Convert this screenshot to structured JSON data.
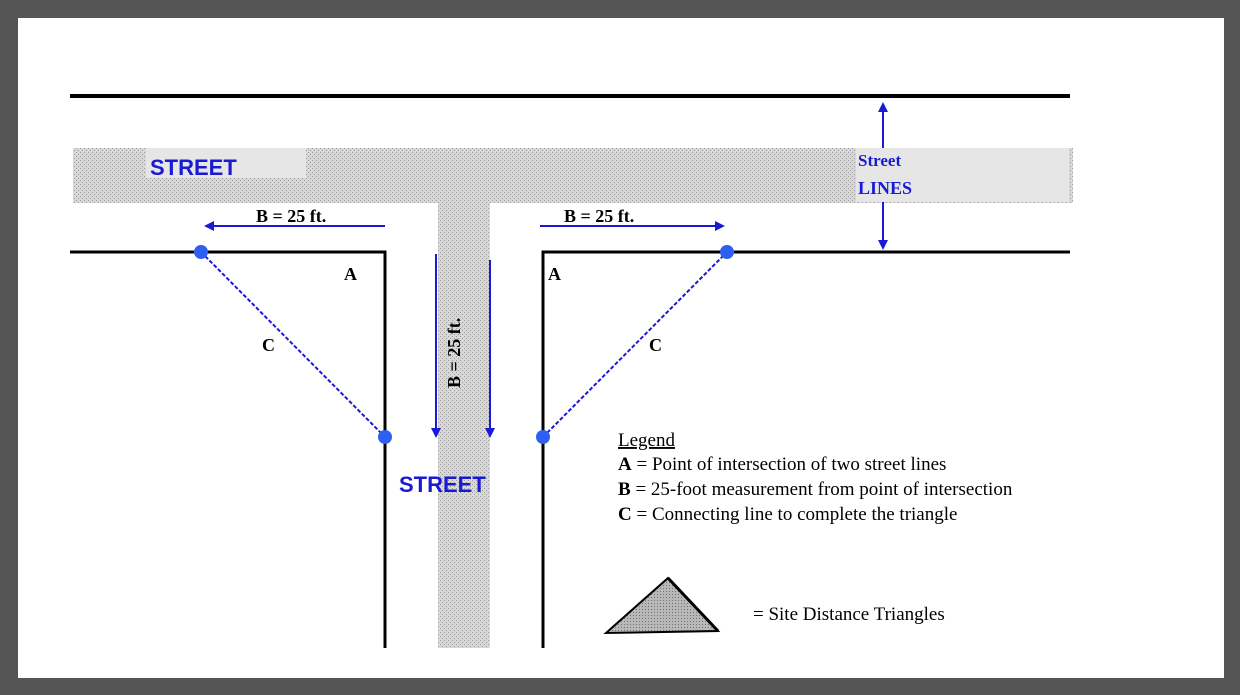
{
  "labels": {
    "street_top": "STREET",
    "street_bottom": "STREET",
    "street_lines_1": "Street",
    "street_lines_2": "LINES",
    "b_left": "B = 25 ft.",
    "b_right": "B = 25 ft.",
    "b_vertical": "B = 25 ft.",
    "a_left": "A",
    "a_right": "A",
    "c_left": "C",
    "c_right": "C"
  },
  "legend": {
    "title": "Legend",
    "items": [
      {
        "key": "A",
        "text": " = Point of intersection of two street lines"
      },
      {
        "key": "B",
        "text": " = 25-foot measurement from point of intersection"
      },
      {
        "key": "C",
        "text": " = Connecting line to complete the triangle"
      }
    ],
    "triangle_label": "= Site Distance Triangles"
  },
  "colors": {
    "blue": "#1a1ad4",
    "dot": "#2f5ff0",
    "stipple": "#d0d0d0",
    "band": "#e6e6e6"
  }
}
